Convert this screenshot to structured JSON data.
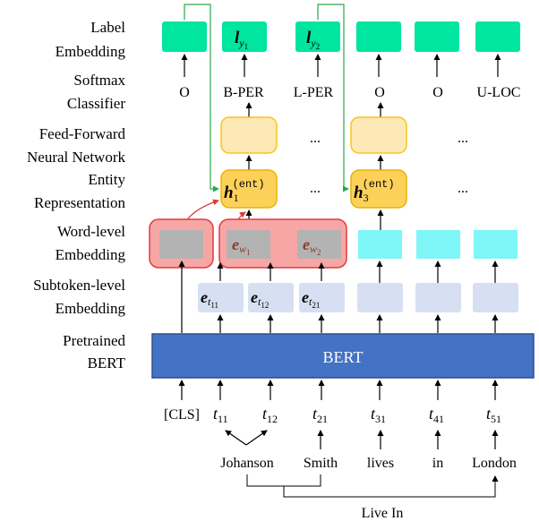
{
  "row_labels": {
    "label_embedding": [
      "Label",
      "Embedding"
    ],
    "softmax_classifier": [
      "Softmax",
      "Classifier"
    ],
    "feed_forward": [
      "Feed-Forward",
      "Neural Network"
    ],
    "entity_representation": [
      "Entity",
      "Representation"
    ],
    "word_level": [
      "Word-level",
      "Embedding"
    ],
    "subtoken_level": [
      "Subtoken-level",
      "Embedding"
    ],
    "pretrained_bert": [
      "Pretrained",
      "BERT"
    ]
  },
  "bert_label": "BERT",
  "tags": [
    "O",
    "B-PER",
    "L-PER",
    "O",
    "O",
    "U-LOC"
  ],
  "label_embeddings": [
    {
      "base": "",
      "sub": "",
      "sub_sub": ""
    },
    {
      "base": "l",
      "sub": "y",
      "sub_sub": "1"
    },
    {
      "base": "l",
      "sub": "y",
      "sub_sub": "2"
    },
    {
      "base": "",
      "sub": "",
      "sub_sub": ""
    },
    {
      "base": "",
      "sub": "",
      "sub_sub": ""
    },
    {
      "base": "",
      "sub": "",
      "sub_sub": ""
    }
  ],
  "entity_reps": [
    {
      "base": "h",
      "sub": "1",
      "sup": "(ent)"
    },
    {
      "base": "h",
      "sub": "3",
      "sup": "(ent)"
    }
  ],
  "word_embeddings": [
    {
      "base": "e",
      "sub": "w",
      "sub_sub": "1"
    },
    {
      "base": "e",
      "sub": "w",
      "sub_sub": "2"
    }
  ],
  "subtoken_embeddings": [
    {
      "base": "e",
      "sub": "t",
      "sub_sub": "11"
    },
    {
      "base": "e",
      "sub": "t",
      "sub_sub": "12"
    },
    {
      "base": "e",
      "sub": "t",
      "sub_sub": "21"
    }
  ],
  "ellipsis": "...",
  "input_tokens": [
    {
      "base": "[CLS]",
      "sub": ""
    },
    {
      "base": "t",
      "sub": "11"
    },
    {
      "base": "t",
      "sub": "12"
    },
    {
      "base": "t",
      "sub": "21"
    },
    {
      "base": "t",
      "sub": "31"
    },
    {
      "base": "t",
      "sub": "41"
    },
    {
      "base": "t",
      "sub": "51"
    }
  ],
  "words": [
    "Johanson",
    "Smith",
    "lives",
    "in",
    "London"
  ],
  "relation_label": "Live In",
  "colors": {
    "label_embedding": "#00e5a0",
    "ffn": "#fde9b5",
    "ffn_border": "#f5c518",
    "entity": "#fcd15a",
    "entity_border": "#e8b400",
    "word_group_fill": "#f7a6a6",
    "word_group_border": "#e03c3c",
    "word_box": "#b3b3b3",
    "word_cyan": "#7ff6f8",
    "subtoken": "#d6e0f2",
    "bert": "#4472c4",
    "bert_border": "#2f4f8f",
    "green_arrow": "#2aa64a",
    "red_arrow": "#d83a3a"
  }
}
